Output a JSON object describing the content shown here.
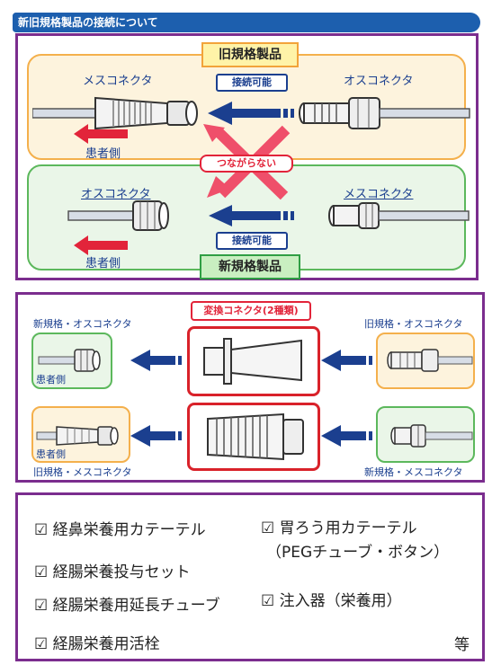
{
  "header": {
    "title": "新旧規格製品の接続について"
  },
  "top_diagram": {
    "old_title": "旧規格製品",
    "new_title": "新規格製品",
    "old_left": "メスコネクタ",
    "old_right": "オスコネクタ",
    "old_connect": "接続可能",
    "old_patient": "患者側",
    "no_connect": "つながらない",
    "new_left": "オスコネクタ",
    "new_right": "メスコネクタ",
    "new_connect": "接続可能",
    "new_patient": "患者側"
  },
  "mid_diagram": {
    "title": "変換コネクタ(2種類)",
    "tl": "新規格・オスコネクタ",
    "tr": "旧規格・オスコネクタ",
    "bl": "旧規格・メスコネクタ",
    "br": "新規格・メスコネクタ",
    "patient1": "患者側",
    "patient2": "患者側"
  },
  "list": {
    "items_left": [
      "☑ 経鼻栄養用カテーテル",
      "☑ 経腸栄養投与セット",
      "☑ 経腸栄養用延長チューブ",
      "☑ 経腸栄養用活栓"
    ],
    "item_r1a": "☑ 胃ろう用カテーテル",
    "item_r1b": "（PEGチューブ・ボタン）",
    "item_r2": "☑ 注入器（栄養用）",
    "etc": "等"
  },
  "colors": {
    "navy": "#1b3f8f",
    "red": "#e2243a",
    "purple": "#7b2d8e",
    "orange": "#f4b04c",
    "green": "#5cb85c"
  }
}
